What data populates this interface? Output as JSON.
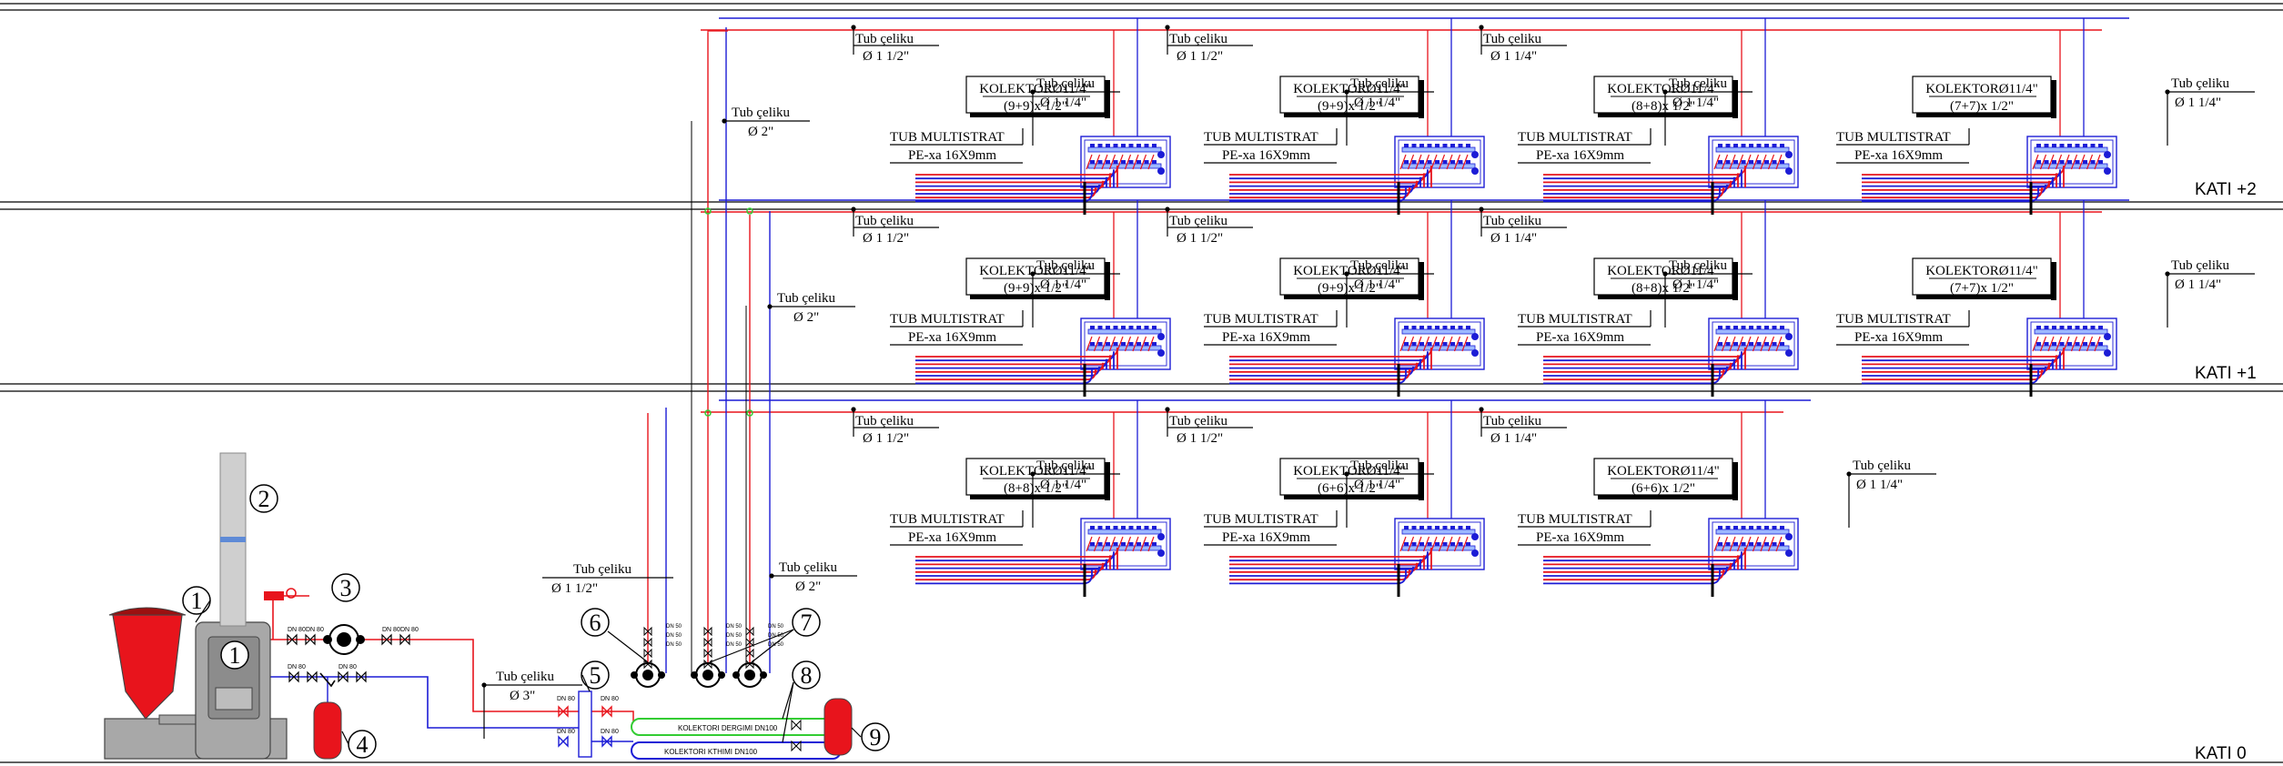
{
  "floors": [
    {
      "id": "kati-2",
      "label": "KATI +2"
    },
    {
      "id": "kati-1",
      "label": "KATI +1"
    },
    {
      "id": "kati-0",
      "label": "KATI 0"
    }
  ],
  "pipe_label": "Tub çeliku",
  "pipe_sizes": {
    "d15": "Ø 1 1/2\"",
    "d125": "Ø 1 1/4\"",
    "d2": "Ø 2\"",
    "d3": "Ø 3\""
  },
  "multistrat": {
    "line1": "TUB  MULTISTRAT",
    "line2": "PE-xa  16X9mm"
  },
  "collector_title": "KOLEKTORØ11/4\"",
  "kati2_collectors": [
    {
      "sub": "(9+9)x 1/2\"",
      "riser": "Ø 1 1/2\"",
      "branch": "Ø 1 1/4\""
    },
    {
      "sub": "(9+9)x 1/2\"",
      "riser": "Ø 1 1/2\"",
      "branch": "Ø 1 1/4\""
    },
    {
      "sub": "(8+8)x 1/2\"",
      "riser": "Ø 1 1/4\"",
      "branch": "Ø 1 1/4\""
    },
    {
      "sub": "(7+7)x 1/2\"",
      "riser": "",
      "branch": "Ø 1 1/4\""
    }
  ],
  "kati1_collectors": [
    {
      "sub": "(9+9)x 1/2\"",
      "riser": "Ø 1 1/2\"",
      "branch": "Ø 1 1/4\""
    },
    {
      "sub": "(9+9)x 1/2\"",
      "riser": "Ø 1 1/2\"",
      "branch": "Ø 1 1/4\""
    },
    {
      "sub": "(8+8)x 1/2\"",
      "riser": "Ø 1 1/4\"",
      "branch": "Ø 1 1/4\""
    },
    {
      "sub": "(7+7)x 1/2\"",
      "riser": "",
      "branch": "Ø 1 1/4\""
    }
  ],
  "kati0_collectors": [
    {
      "sub": "(8+8)x 1/2\"",
      "riser": "Ø 1 1/2\"",
      "branch": "Ø 1 1/4\""
    },
    {
      "sub": "(6+6)x 1/2\"",
      "riser": "Ø 1 1/2\"",
      "branch": "Ø 1 1/4\""
    },
    {
      "sub": "(6+6)x 1/2\"",
      "riser": "Ø 1 1/4\"",
      "branch": "Ø 1 1/4\""
    }
  ],
  "numbers": {
    "n1": "1",
    "n2": "2",
    "n3": "3",
    "n4": "4",
    "n5": "5",
    "n6": "6",
    "n7": "7",
    "n8": "8",
    "n9": "9"
  },
  "dn": {
    "dn80": "DN 80",
    "dn50": "DN 50"
  },
  "kolektor_dergimi": "KOLEKTORI  DERGIMI  DN100",
  "kolektor_kthimi": "KOLEKTORI  KTHIMI   DN100",
  "colors": {
    "supply": "#e8141c",
    "return": "#1c1cd6",
    "pump": "#1a1a1a",
    "tank": "#e8141c",
    "green": "#33cc33",
    "boiler": "#a8a8a8"
  }
}
